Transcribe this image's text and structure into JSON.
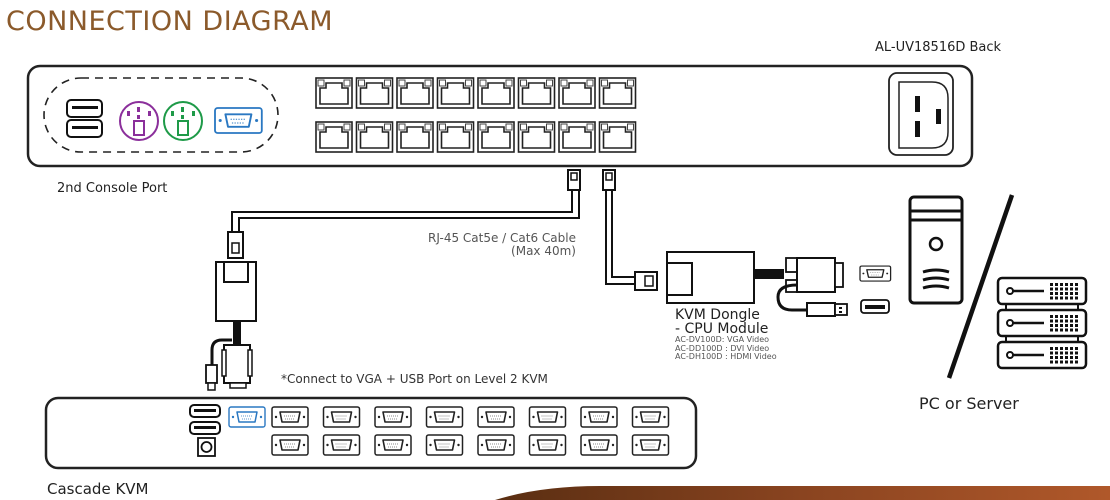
{
  "title": "CONNECTION DIAGRAM",
  "colors": {
    "title": "#8b5a2b",
    "ps2_mouse": "#8b2f9b",
    "ps2_keyboard": "#1e9a48",
    "vga_highlight": "#2a78c2",
    "footer_bar": "#a0522d"
  },
  "main_unit": {
    "label": "AL-UV18516D Back",
    "rj45_ports_per_row": 8,
    "rj45_rows": 2,
    "console_group": [
      "usb-ports",
      "ps2-mouse-port",
      "ps2-keyboard-port",
      "vga-port"
    ]
  },
  "console_port_label": "2nd Console Port",
  "cable": {
    "line1": "RJ-45 Cat5e / Cat6 Cable",
    "line2": "(Max 40m)"
  },
  "dongle": {
    "title_line1": "KVM Dongle",
    "title_line2": "- CPU Module",
    "models": [
      "AC-DV100D: VGA Video",
      "AC-DD100D : DVI Video",
      "AC-DH100D : HDMI Video"
    ]
  },
  "cascade_note": "*Connect to VGA + USB Port on Level 2 KVM",
  "cascade_kvm": {
    "label": "Cascade KVM",
    "vga_top_row": 8,
    "vga_bottom_row": 8
  },
  "pc_server_label": "PC or Server"
}
